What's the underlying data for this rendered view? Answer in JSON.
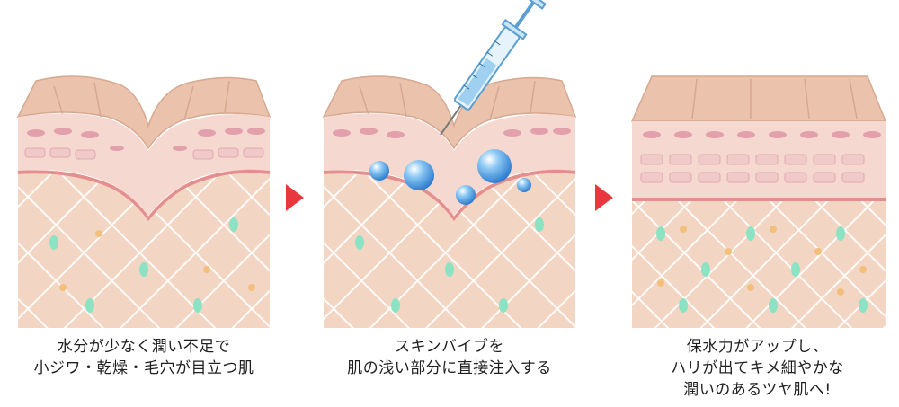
{
  "panels": [
    {
      "caption": [
        "水分が少なく潤い不足で",
        "小ジワ・乾燥・毛穴が目立つ肌"
      ]
    },
    {
      "caption": [
        "スキンバイブを",
        "肌の浅い部分に直接注入する"
      ]
    },
    {
      "caption": [
        "保水力がアップし、",
        "ハリが出てキメ細やかな",
        "潤いのあるツヤ肌へ!"
      ]
    }
  ],
  "colors": {
    "arrow": "#e8383d",
    "skin_top": "#ebc3ac",
    "epidermis": "#f5d8cf",
    "dermis_band": "#f2d5c3",
    "fat_layer": "#f7e4d8",
    "fibers": "#ffffff",
    "cells": "#8be3c4",
    "droplets": "#3a8ed8"
  }
}
